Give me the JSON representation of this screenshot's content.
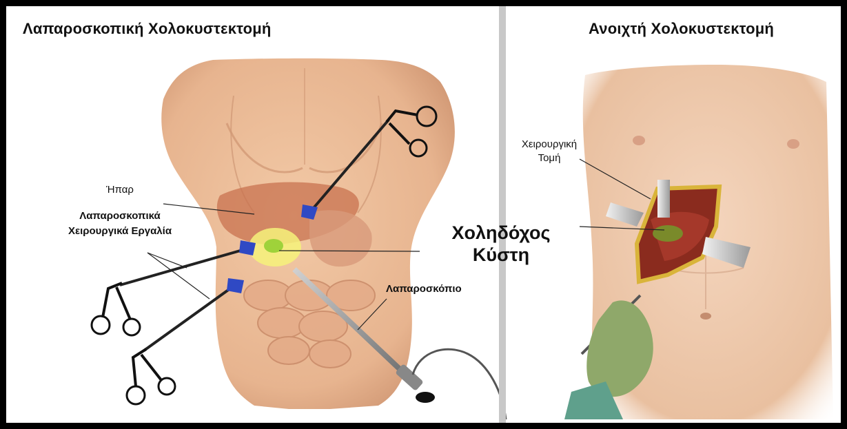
{
  "left_panel": {
    "title": "Λαπαροσκοπική Χολοκυστεκτομή",
    "labels": {
      "liver": "Ήπαρ",
      "tools_line1": "Λαπαροσκοπικά",
      "tools_line2": "Χειρουργικά Εργαλία",
      "laparoscope": "Λαπαροσκόπιο"
    }
  },
  "right_panel": {
    "title": "Ανοιχτή Χολοκυστεκτομή",
    "labels": {
      "incision_line1": "Χειρουργική",
      "incision_line2": "Τομή"
    }
  },
  "center": {
    "gallbladder_line1": "Χοληδόχος",
    "gallbladder_line2": "Κύστη"
  },
  "colors": {
    "skin": "#e9b894",
    "skin_shadow": "#c98e6b",
    "liver": "#c8724f",
    "gallbladder": "#9fd23a",
    "port": "#2f49c4",
    "glove": "#8fa86a",
    "gown": "#5fa08c",
    "incision_edge": "#d9b43a",
    "divider": "#c8c8c8"
  }
}
